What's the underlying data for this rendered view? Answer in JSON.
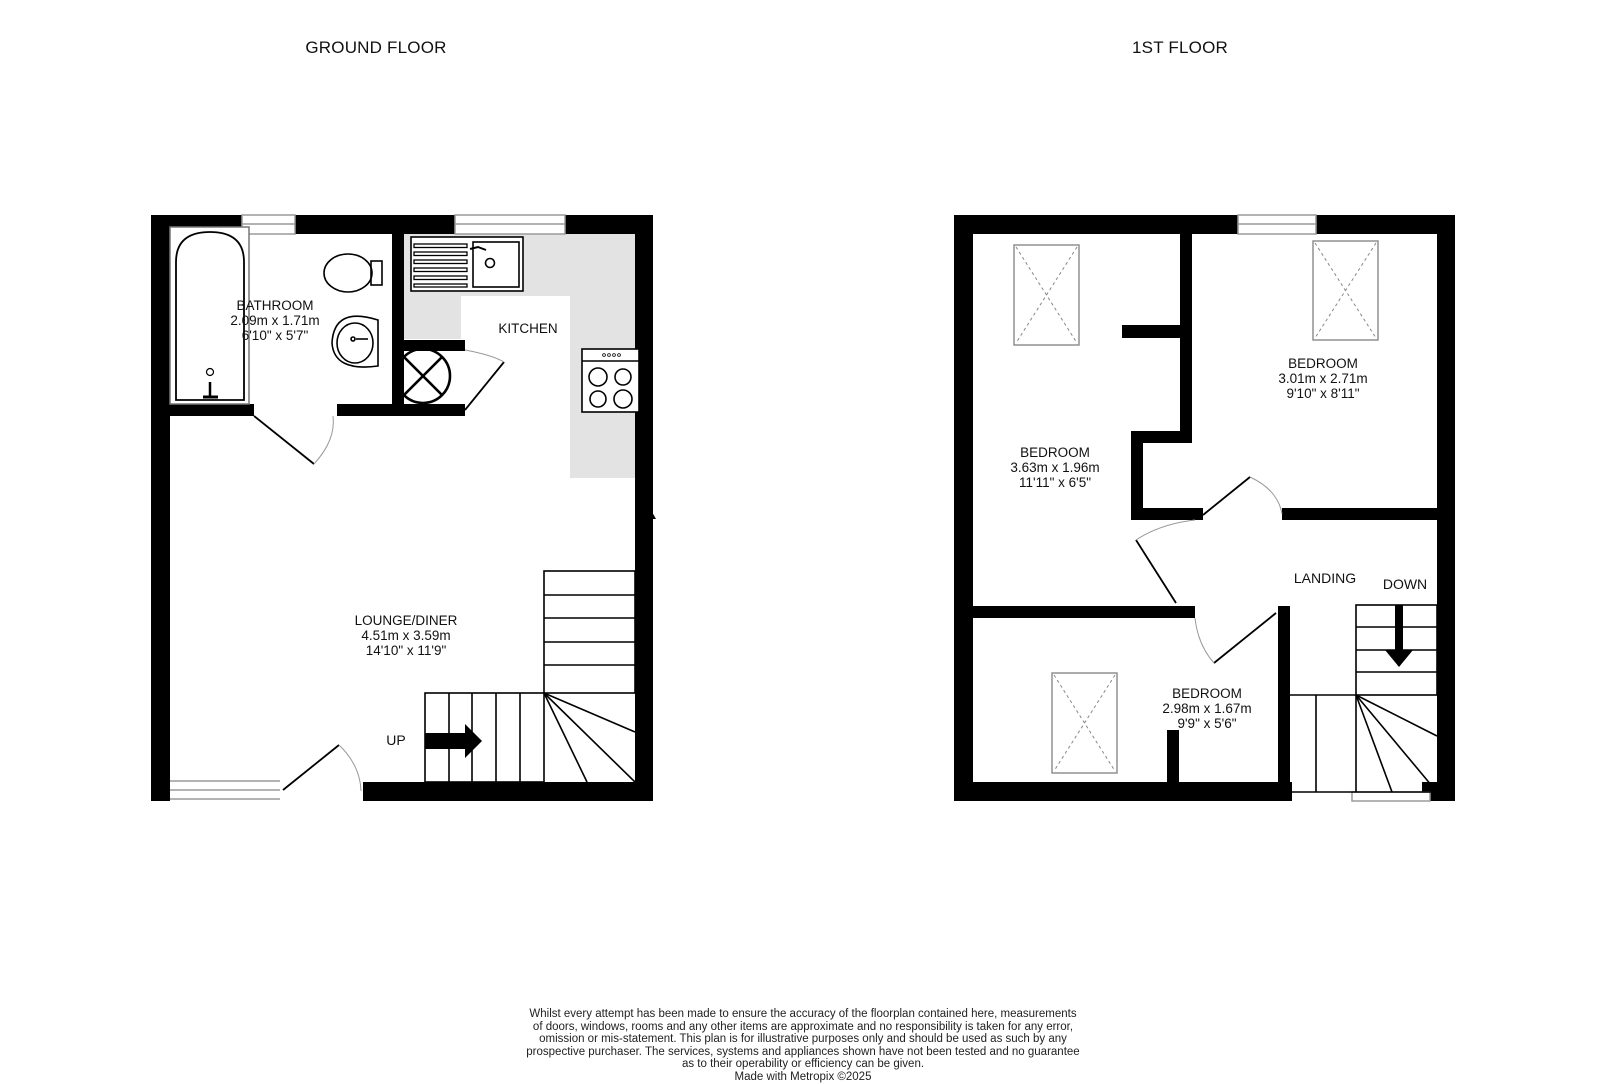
{
  "floors": [
    {
      "title": "GROUND FLOOR",
      "rooms": [
        {
          "name": "BATHROOM",
          "metric": "2.09m  x 1.71m",
          "imperial": "6'10\"  x 5'7\""
        },
        {
          "name": "KITCHEN"
        },
        {
          "name": "LOUNGE/DINER",
          "metric": "4.51m  x 3.59m",
          "imperial": "14'10\"  x 11'9\""
        }
      ],
      "stairs_label": "UP"
    },
    {
      "title": "1ST FLOOR",
      "rooms": [
        {
          "name": "BEDROOM",
          "metric": "3.63m  x 1.96m",
          "imperial": "11'11\"  x 6'5\""
        },
        {
          "name": "BEDROOM",
          "metric": "3.01m  x 2.71m",
          "imperial": "9'10\"  x 8'11\""
        },
        {
          "name": "BEDROOM",
          "metric": "2.98m  x 1.67m",
          "imperial": "9'9\"  x 5'6\""
        },
        {
          "name": "LANDING"
        }
      ],
      "stairs_label": "DOWN"
    }
  ],
  "disclaimer": {
    "lines": [
      "Whilst every attempt has been made to ensure the accuracy of the floorplan contained here, measurements",
      "of doors, windows, rooms and any other items are approximate and no responsibility is taken for any error,",
      "omission or mis-statement. This plan is for illustrative purposes only and should be used as such by any",
      "prospective purchaser. The services, systems and appliances shown have not been tested and no guarantee",
      "as to their operability or efficiency can be given."
    ],
    "credit": "Made with Metropix ©2025"
  },
  "colors": {
    "wall": "#000000",
    "worktop": "#e3e3e3",
    "window": "#9a9a9a",
    "background": "#ffffff"
  }
}
